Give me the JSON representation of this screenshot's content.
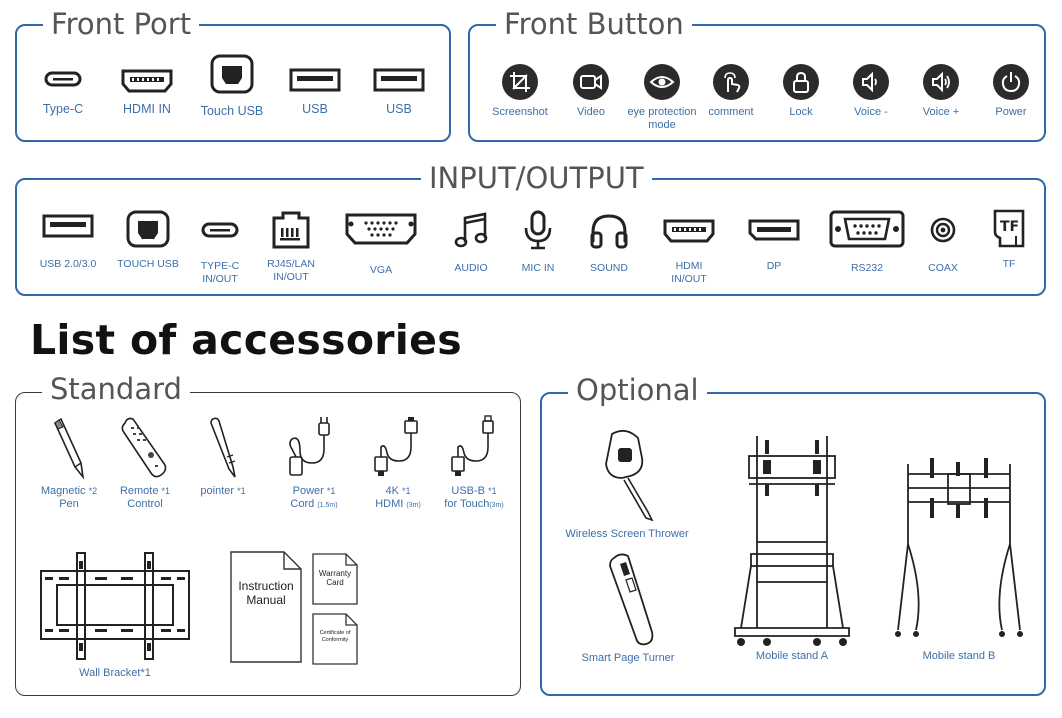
{
  "front_port": {
    "title": "Front Port",
    "items": [
      {
        "label": "Type-C",
        "icon": "usb-c-icon"
      },
      {
        "label": "HDMI IN",
        "icon": "hdmi-icon"
      },
      {
        "label": "Touch USB",
        "icon": "usb-b-icon"
      },
      {
        "label": "USB",
        "icon": "usb-a-icon"
      },
      {
        "label": "USB",
        "icon": "usb-a-icon"
      }
    ]
  },
  "front_button": {
    "title": "Front Button",
    "items": [
      {
        "label": "Screenshot",
        "icon": "crop-icon"
      },
      {
        "label": "Video",
        "icon": "video-icon"
      },
      {
        "label": "eye protection",
        "label2": "mode",
        "icon": "eye-icon"
      },
      {
        "label": "comment",
        "icon": "touch-hand-icon"
      },
      {
        "label": "Lock",
        "icon": "lock-icon"
      },
      {
        "label": "Voice -",
        "icon": "speaker-icon"
      },
      {
        "label": "Voice +",
        "icon": "speaker-icon"
      },
      {
        "label": "Power",
        "icon": "power-icon"
      }
    ]
  },
  "io": {
    "title": "INPUT/OUTPUT",
    "items": [
      {
        "label": "USB 2.0/3.0",
        "icon": "usb-a-icon"
      },
      {
        "label": "TOUCH USB",
        "icon": "usb-b-icon"
      },
      {
        "label": "TYPE-C",
        "label2": "IN/OUT",
        "icon": "usb-c-icon"
      },
      {
        "label": "RJ45/LAN",
        "label2": "IN/OUT",
        "icon": "ethernet-icon"
      },
      {
        "label": "VGA",
        "icon": "vga-icon"
      },
      {
        "label": "AUDIO",
        "icon": "music-note-icon"
      },
      {
        "label": "MIC IN",
        "icon": "microphone-icon"
      },
      {
        "label": "SOUND",
        "icon": "headphones-icon"
      },
      {
        "label": "HDMI",
        "label2": "IN/OUT",
        "icon": "hdmi-icon"
      },
      {
        "label": "DP",
        "icon": "displayport-icon"
      },
      {
        "label": "RS232",
        "icon": "serial-port-icon"
      },
      {
        "label": "COAX",
        "icon": "coax-icon"
      },
      {
        "label": "TF",
        "icon": "sd-card-icon"
      }
    ]
  },
  "accessories_heading": "List of accessories",
  "standard": {
    "title": "Standard",
    "items": [
      {
        "label": "Magnetic",
        "qty": "*2",
        "label2": "Pen",
        "icon": "pen-icon"
      },
      {
        "label": "Remote",
        "qty": "*1",
        "label2": "Control",
        "icon": "remote-icon"
      },
      {
        "label": "pointer",
        "qty": "*1",
        "icon": "pointer-icon"
      },
      {
        "label": "Power",
        "qty": "*1",
        "label2": "Cord",
        "note": "(1.5m)",
        "icon": "power-cord-icon"
      },
      {
        "label": "4K",
        "qty": "*1",
        "label2": "HDMI",
        "note": "(3m)",
        "icon": "hdmi-cable-icon"
      },
      {
        "label": "USB-B",
        "qty": "*1",
        "label2": "for Touch",
        "note": "(3m)",
        "icon": "usb-cable-icon"
      }
    ],
    "wall_bracket": "Wall Bracket*1",
    "manual": {
      "line1": "Instruction",
      "line2": "Manual"
    },
    "warranty": {
      "line1": "Warranty",
      "line2": "Card"
    },
    "certificate": {
      "line1": "Certificate of",
      "line2": "Conformity"
    }
  },
  "optional": {
    "title": "Optional",
    "items": [
      {
        "label": "Wireless Screen Thrower",
        "icon": "screen-thrower-icon"
      },
      {
        "label": "Smart Page Turner",
        "icon": "page-turner-icon"
      },
      {
        "label": "Mobile stand A",
        "icon": "mobile-stand-a-icon"
      },
      {
        "label": "Mobile stand B",
        "icon": "mobile-stand-b-icon"
      }
    ]
  },
  "colors": {
    "accent": "#2f6aa8",
    "label": "#3d6fa8",
    "dark": "#2b2b2b"
  }
}
